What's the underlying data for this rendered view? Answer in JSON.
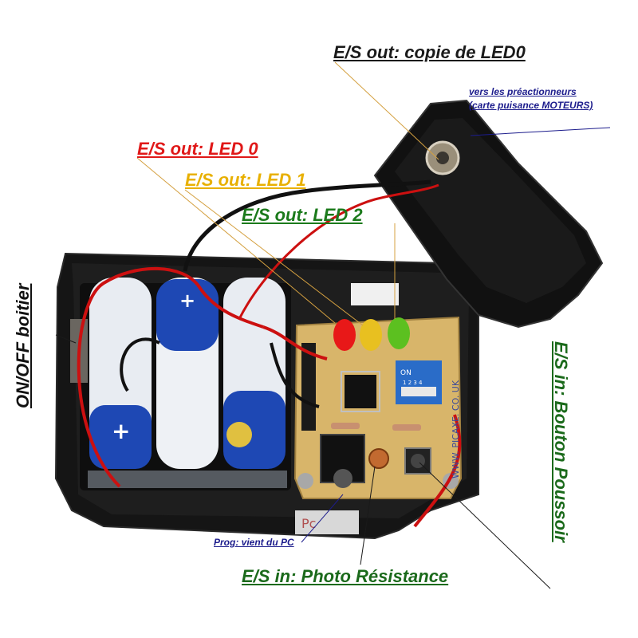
{
  "labels": {
    "copie_led0": "E/S  out: copie de LED0",
    "vers_preact_1": "vers les préactionneurs",
    "vers_preact_2": "(carte puisance MOTEURS)",
    "led0": "E/S  out: LED 0",
    "led1": "E/S  out: LED 1",
    "led2": "E/S  out: LED 2",
    "onoff": "ON/OFF boitier",
    "bouton": "E/S  in: Bouton Poussoir",
    "prog": "Prog: vient du PC",
    "photo": "E/S  in: Photo Résistance"
  },
  "colors": {
    "copie_led0": "#1a1a1a",
    "vers_preact": "#1c1c8c",
    "led0": "#e01818",
    "led1": "#e8b000",
    "led2": "#1b7a1b",
    "onoff": "#111111",
    "bouton": "#1b6a1b",
    "prog": "#1c1c8c",
    "photo": "#1b6a1b"
  },
  "pcb_text": [
    "WWW. PICAXE. CO. UK",
    "ON",
    "1 2 3 4"
  ]
}
